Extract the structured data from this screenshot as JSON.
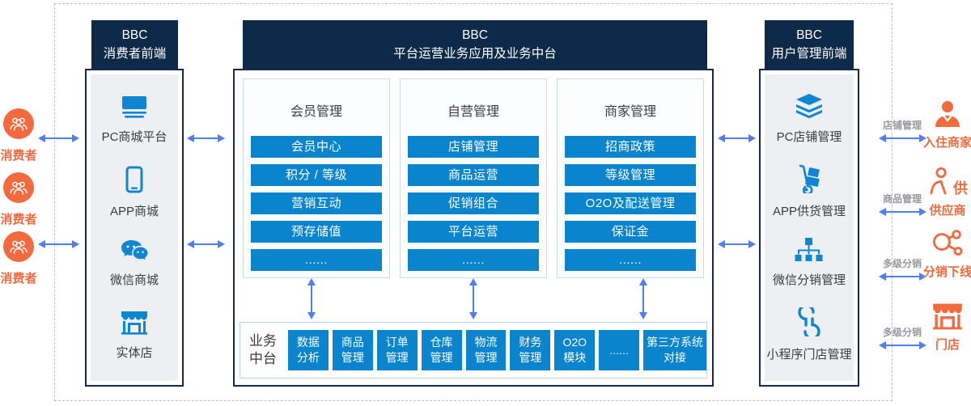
{
  "colors": {
    "navy": "#0e2a4a",
    "button_blue": "#0a84cc",
    "icon_blue": "#0f86d2",
    "arrow_blue": "#4f7df2",
    "orange": "#f26a3d",
    "panel_gray": "#edeff3",
    "gray_label": "#97979f"
  },
  "consumers": [
    {
      "label": "消费者"
    },
    {
      "label": "消费者"
    },
    {
      "label": "消费者"
    }
  ],
  "left_panel": {
    "title_line1": "BBC",
    "title_line2": "消费者前端",
    "items": [
      {
        "icon": "pc-mall-icon",
        "label": "PC商城平台"
      },
      {
        "icon": "app-mall-icon",
        "label": "APP商城"
      },
      {
        "icon": "wechat-mall-icon",
        "label": "微信商城"
      },
      {
        "icon": "physical-store-icon",
        "label": "实体店"
      }
    ]
  },
  "center_panel": {
    "title_line1": "BBC",
    "title_line2": "平台运营业务应用及业务中台",
    "groups": [
      {
        "title": "会员管理",
        "items": [
          "会员中心",
          "积分 / 等级",
          "营销互动",
          "预存储值",
          "......"
        ]
      },
      {
        "title": "自营管理",
        "items": [
          "店铺管理",
          "商品运营",
          "促销组合",
          "平台运营",
          "......"
        ]
      },
      {
        "title": "商家管理",
        "items": [
          "招商政策",
          "等级管理",
          "O2O及配送管理",
          "保证金",
          "......"
        ]
      }
    ],
    "middle_platform": {
      "label": "业务中台",
      "modules": [
        "数据分析",
        "商品管理",
        "订单管理",
        "仓库管理",
        "物流管理",
        "财务管理",
        "O2O模块",
        "......",
        "第三方系统对接"
      ]
    }
  },
  "right_panel": {
    "title_line1": "BBC",
    "title_line2": "用户管理前端",
    "items": [
      {
        "icon": "pc-shop-icon",
        "label": "PC店铺管理"
      },
      {
        "icon": "app-supply-icon",
        "label": "APP供货管理"
      },
      {
        "icon": "wechat-distribution-icon",
        "label": "微信分销管理"
      },
      {
        "icon": "miniprogram-store-icon",
        "label": "小程序门店管理"
      }
    ]
  },
  "right_entities": [
    {
      "arrow_label": "店铺管理",
      "label": "入住商家"
    },
    {
      "arrow_label": "商品管理",
      "label": "供应商",
      "icon_char": "供"
    },
    {
      "arrow_label": "多级分销",
      "label": "分销下线"
    },
    {
      "arrow_label": "多级分销",
      "label": "门店"
    }
  ]
}
